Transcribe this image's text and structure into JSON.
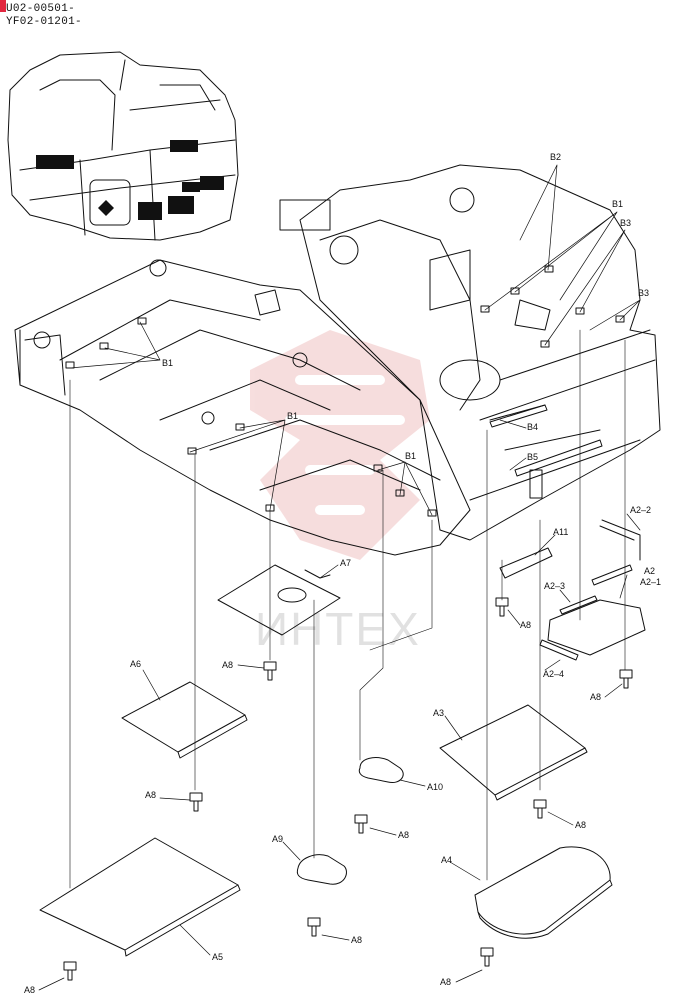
{
  "header": {
    "serial_1": "U02-00501-",
    "serial_2": "YF02-01201-"
  },
  "watermark": {
    "text": "ИНТЕХ",
    "color": "#e8a0a0"
  },
  "callouts": {
    "B2": "B2",
    "B1_a": "B1",
    "B3_a": "B3",
    "B3_b": "B3",
    "B1_b": "B1",
    "B1_c": "B1",
    "B1_d": "B1",
    "B4": "B4",
    "B5": "B5",
    "A11": "A11",
    "A2_2": "A2–2",
    "A2": "A2",
    "A2_1": "A2–1",
    "A2_3": "A2–3",
    "A2_4": "A2–4",
    "A7": "A7",
    "A6": "A6",
    "A8_1": "A8",
    "A8_2": "A8",
    "A8_3": "A8",
    "A8_4": "A8",
    "A8_5": "A8",
    "A8_6": "A8",
    "A8_7": "A8",
    "A8_8": "A8",
    "A8_9": "A8",
    "A3": "A3",
    "A10": "A10",
    "A9": "A9",
    "A4": "A4",
    "A5": "A5"
  },
  "colors": {
    "line": "#111111",
    "accent": "#e2273f"
  }
}
